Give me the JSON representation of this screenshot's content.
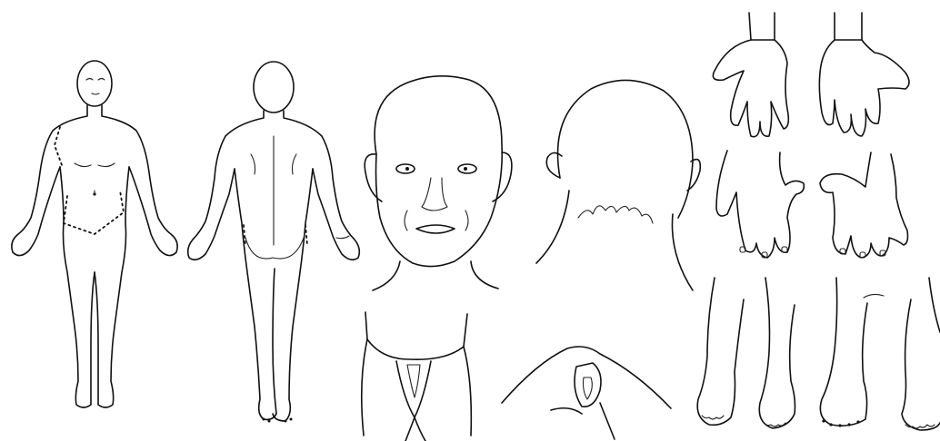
{
  "diagram": {
    "panels": [
      {
        "id": "body-front"
      },
      {
        "id": "body-back"
      },
      {
        "id": "head-front"
      },
      {
        "id": "head-back"
      },
      {
        "id": "hands"
      },
      {
        "id": "feet"
      },
      {
        "id": "groin-front"
      },
      {
        "id": "groin-back"
      }
    ],
    "markings": {
      "style": "dotted",
      "color": "#111111"
    },
    "line_color": "#111111",
    "background": "#ffffff"
  }
}
